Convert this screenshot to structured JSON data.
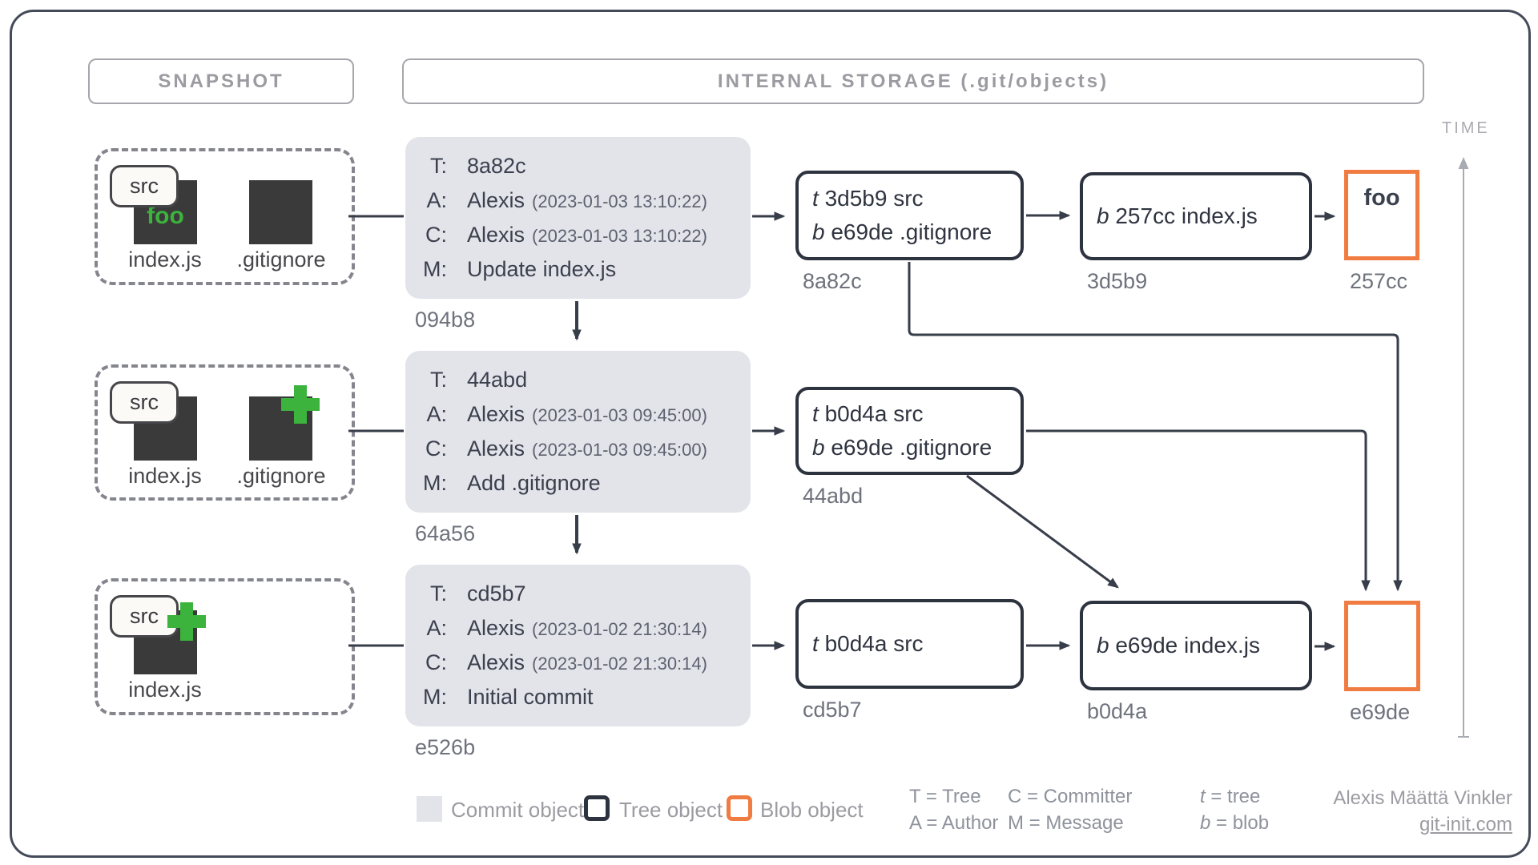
{
  "headers": {
    "snapshot": "SNAPSHOT",
    "internal": "INTERNAL STORAGE (.git/objects)",
    "time": "TIME"
  },
  "rows": [
    {
      "snapshot": {
        "folder": "src",
        "file1_content": "foo",
        "file1_name": "index.js",
        "file2_name": ".gitignore"
      },
      "commit": {
        "t_label": "T:",
        "t": "8a82c",
        "a_label": "A:",
        "a": "Alexis",
        "a_date": "(2023-01-03 13:10:22)",
        "c_label": "C:",
        "c": "Alexis",
        "c_date": "(2023-01-03 13:10:22)",
        "m_label": "M:",
        "m": "Update index.js",
        "hash": "094b8"
      },
      "tree1": {
        "l1_sym": "t",
        "l1": "3d5b9 src",
        "l2_sym": "b",
        "l2": "e69de .gitignore",
        "hash": "8a82c"
      },
      "tree2": {
        "l1_sym": "b",
        "l1": "257cc index.js",
        "hash": "3d5b9"
      },
      "blob": {
        "content": "foo",
        "hash": "257cc"
      }
    },
    {
      "snapshot": {
        "folder": "src",
        "file1_name": "index.js",
        "file2_name": ".gitignore"
      },
      "commit": {
        "t_label": "T:",
        "t": "44abd",
        "a_label": "A:",
        "a": "Alexis",
        "a_date": "(2023-01-03 09:45:00)",
        "c_label": "C:",
        "c": "Alexis",
        "c_date": "(2023-01-03 09:45:00)",
        "m_label": "M:",
        "m": "Add .gitignore",
        "hash": "64a56"
      },
      "tree1": {
        "l1_sym": "t",
        "l1": "b0d4a src",
        "l2_sym": "b",
        "l2": "e69de .gitignore",
        "hash": "44abd"
      }
    },
    {
      "snapshot": {
        "folder": "src",
        "file1_name": "index.js"
      },
      "commit": {
        "t_label": "T:",
        "t": "cd5b7",
        "a_label": "A:",
        "a": "Alexis",
        "a_date": "(2023-01-02 21:30:14)",
        "c_label": "C:",
        "c": "Alexis",
        "c_date": "(2023-01-02 21:30:14)",
        "m_label": "M:",
        "m": "Initial commit",
        "hash": "e526b"
      },
      "tree1": {
        "l1_sym": "t",
        "l1": "b0d4a src",
        "hash": "cd5b7"
      },
      "tree2": {
        "l1_sym": "b",
        "l1": "e69de index.js",
        "hash": "b0d4a"
      },
      "blob": {
        "content": "",
        "hash": "e69de"
      }
    }
  ],
  "legend": {
    "commit": "Commit object",
    "tree": "Tree object",
    "blob": "Blob object",
    "keys": {
      "col1a": "T = Tree",
      "col1b": "A = Author",
      "col2a": "C = Committer",
      "col2b": "M = Message",
      "col3a_sym": "t",
      "col3a": " = tree",
      "col3b_sym": "b",
      "col3b": " = blob"
    }
  },
  "credit": {
    "author": "Alexis Määttä Vinkler",
    "site": "git-init.com"
  },
  "colors": {
    "tree_border": "#2E3340",
    "blob_border": "#F07C42",
    "commit_fill": "#E3E4EA",
    "added_green": "#3CB33C",
    "arrow": "#383D4A",
    "muted_text": "#9B9BA1"
  }
}
